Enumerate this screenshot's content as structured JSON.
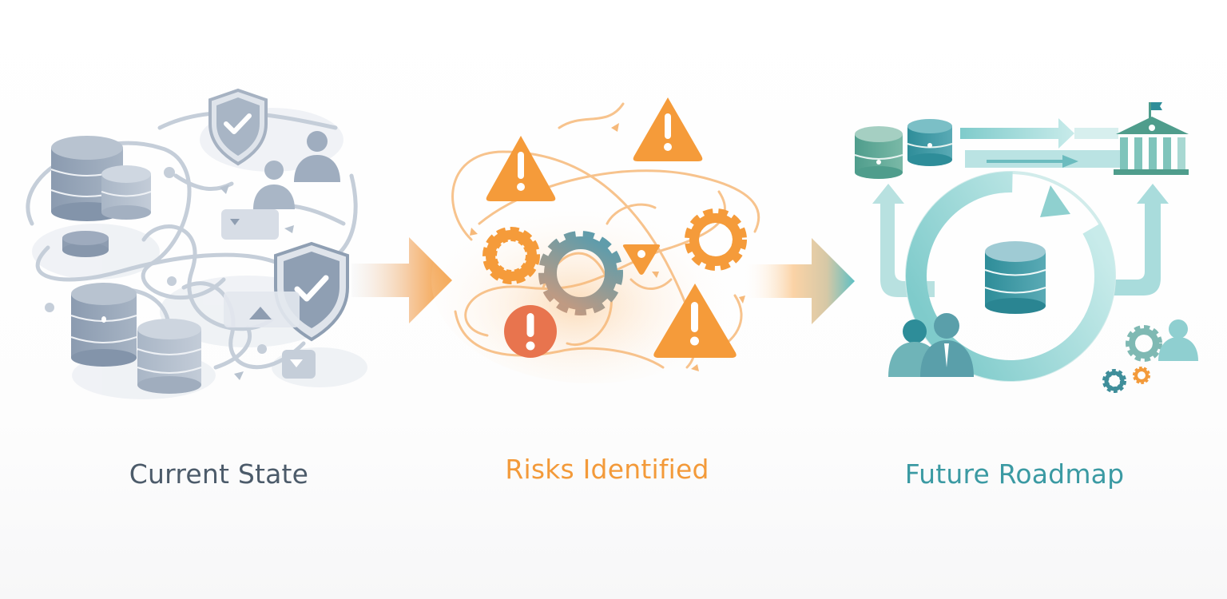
{
  "stages": [
    {
      "id": "current",
      "label": "Current State",
      "color": "#4c5b6a",
      "accent": "#94a3b5",
      "icons": [
        "database-icon",
        "database-icon",
        "database-icon",
        "database-icon",
        "database-icon",
        "shield-check-icon",
        "shield-check-icon",
        "user-icon",
        "user-icon",
        "message-icon",
        "message-icon",
        "tangled-lines"
      ]
    },
    {
      "id": "risks",
      "label": "Risks Identified",
      "color": "#f39a3a",
      "accent": "#f39a3a",
      "icons": [
        "warning-triangle-icon",
        "warning-triangle-icon",
        "warning-triangle-icon",
        "gear-icon",
        "gear-icon",
        "gear-icon",
        "alert-circle-icon",
        "small-warning-icon",
        "tangled-arrows"
      ]
    },
    {
      "id": "future",
      "label": "Future Roadmap",
      "color": "#3b9aa3",
      "accent": "#5fb4b6",
      "icons": [
        "database-icon",
        "database-icon",
        "database-icon",
        "institution-icon",
        "flag-icon",
        "cycle-arrow-icon",
        "arrow-up-icon",
        "arrow-up-icon",
        "arrow-right-icon",
        "team-icon",
        "gear-icon",
        "gear-icon",
        "gear-icon",
        "user-icon"
      ]
    }
  ],
  "connectors": [
    {
      "from": "current",
      "to": "risks",
      "gradient": [
        "#f4f4f6",
        "#f39a3a"
      ]
    },
    {
      "from": "risks",
      "to": "future",
      "gradient": [
        "#fde7cf",
        "#5ec0c4"
      ]
    }
  ]
}
